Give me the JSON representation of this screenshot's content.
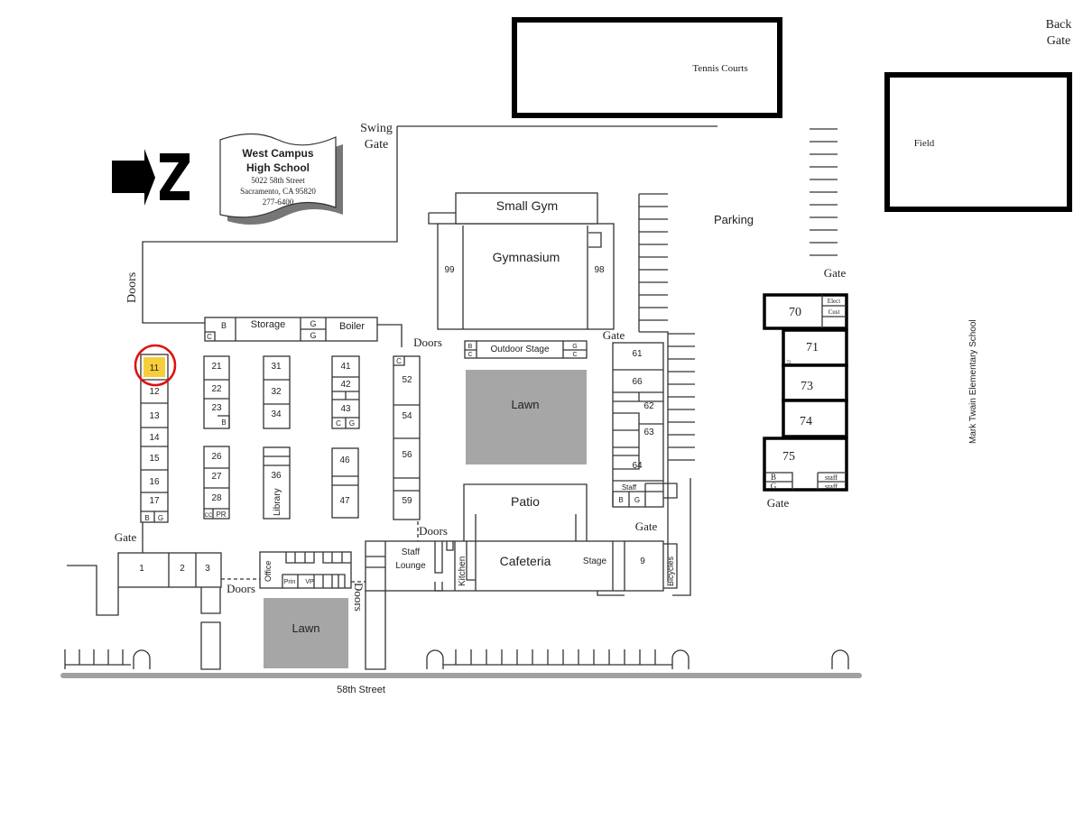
{
  "title": {
    "line1": "West Campus",
    "line2": "High School",
    "address": "5022 58th Street",
    "city": "Sacramento, CA 95820",
    "phone": "277-6400"
  },
  "compass": {
    "letter": "N",
    "icon": "north-arrow-icon"
  },
  "labels": {
    "tennis": "Tennis Courts",
    "back_gate_1": "Back",
    "back_gate_2": "Gate",
    "field": "Field",
    "parking": "Parking",
    "swing_gate_1": "Swing",
    "swing_gate_2": "Gate",
    "doors": "Doors",
    "gate": "Gate",
    "small_gym": "Small Gym",
    "gymnasium": "Gymnasium",
    "storage": "Storage",
    "boiler": "Boiler",
    "outdoor_stage": "Outdoor Stage",
    "lawn": "Lawn",
    "patio": "Patio",
    "library": "Library",
    "staff_lounge_1": "Staff",
    "staff_lounge_2": "Lounge",
    "kitchen": "Kitchen",
    "cafeteria": "Cafeteria",
    "stage": "Stage",
    "bicycles": "Bicycles",
    "office": "Office",
    "prin": "Prin",
    "vp": "VP",
    "staff": "Staff",
    "staff_lc": "staff",
    "elec": "Elect",
    "cust": "Cust",
    "mark_twain": "Mark Twain Elementary School",
    "street": "58th Street",
    "B": "B",
    "G": "G",
    "C": "C",
    "PR": "PR",
    "cc": "CC"
  },
  "rooms": {
    "r1": "1",
    "r2": "2",
    "r3": "3",
    "r9": "9",
    "r11": "11",
    "r12": "12",
    "r13": "13",
    "r14": "14",
    "r15": "15",
    "r16": "16",
    "r17": "17",
    "r21": "21",
    "r22": "22",
    "r23": "23",
    "r26": "26",
    "r27": "27",
    "r28": "28",
    "r31": "31",
    "r32": "32",
    "r34": "34",
    "r36": "36",
    "r41": "41",
    "r42": "42",
    "r43": "43",
    "r46": "46",
    "r47": "47",
    "r52": "52",
    "r54": "54",
    "r56": "56",
    "r59": "59",
    "r61": "61",
    "r62": "62",
    "r63": "63",
    "r64": "64",
    "r66": "66",
    "r70": "70",
    "r71": "71",
    "r72": "72",
    "r73": "73",
    "r74": "74",
    "r75": "75",
    "r98": "98",
    "r99": "99"
  },
  "highlight": {
    "room": "11",
    "marker_color": "#f5c518",
    "circle_color": "#e01010"
  },
  "colors": {
    "lawn": "#a6a6a6",
    "street": "#a0a0a0"
  }
}
